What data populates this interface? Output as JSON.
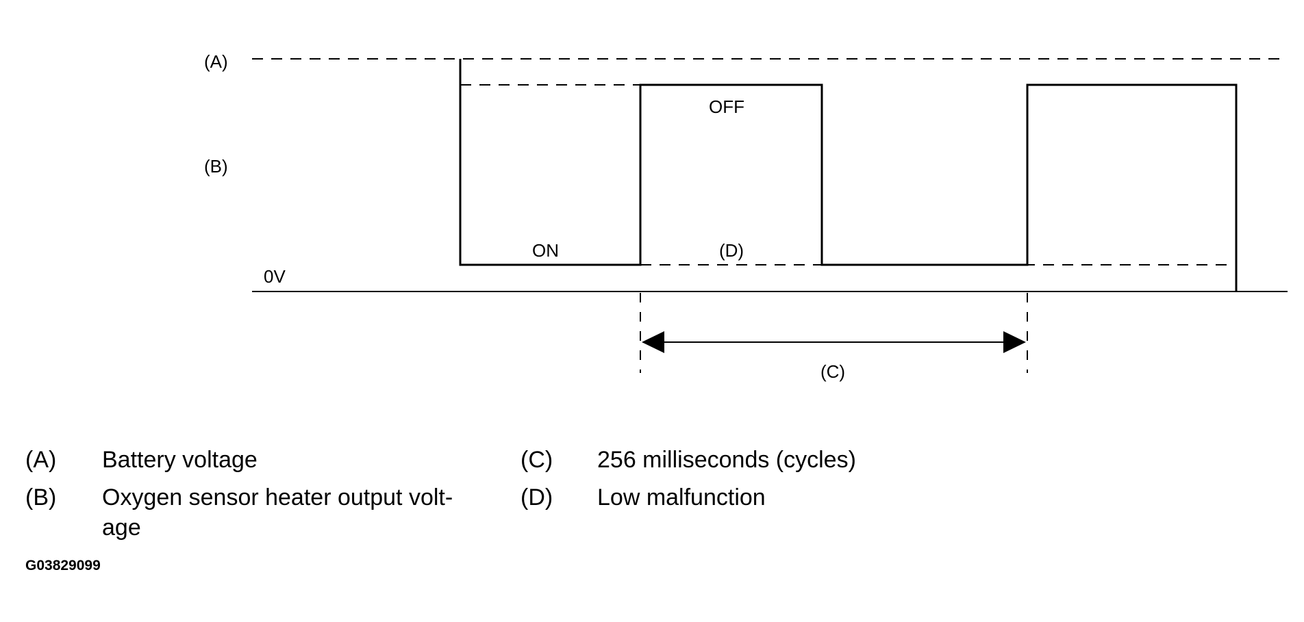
{
  "diagram": {
    "labels": {
      "a": "(A)",
      "b": "(B)",
      "zero": "0V",
      "off": "OFF",
      "on": "ON",
      "d": "(D)",
      "c": "(C)"
    }
  },
  "legend": [
    {
      "key": "(A)",
      "text": "Battery voltage"
    },
    {
      "key": "(B)",
      "text": "Oxygen sensor heater output volt-",
      "text2": "age"
    },
    {
      "key": "(C)",
      "text": "256 milliseconds (cycles)"
    },
    {
      "key": "(D)",
      "text": "Low malfunction"
    }
  ],
  "figure_id": "G03829099"
}
